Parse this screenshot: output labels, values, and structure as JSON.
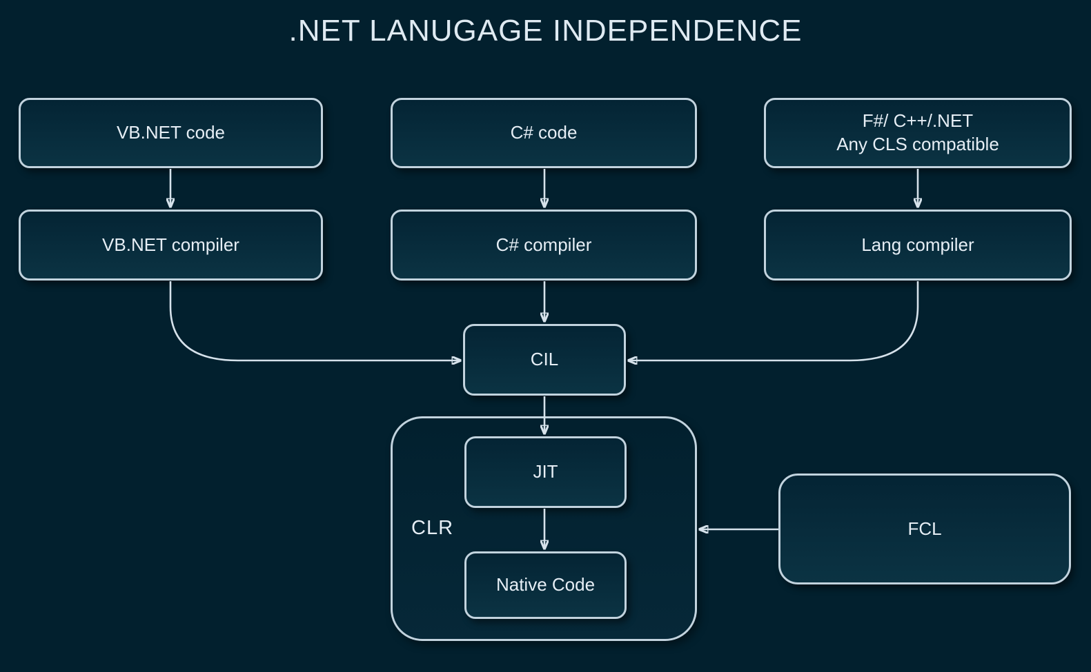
{
  "title": ".NET LANUGAGE INDEPENDENCE",
  "nodes": {
    "vbnet_code": "VB.NET code",
    "csharp_code": "C# code",
    "cls_code_line1": "F#/ C++/.NET",
    "cls_code_line2": "Any CLS compatible",
    "vbnet_compiler": "VB.NET compiler",
    "csharp_compiler": "C# compiler",
    "lang_compiler": "Lang compiler",
    "cil": "CIL",
    "clr": "CLR",
    "jit": "JIT",
    "native_code": "Native Code",
    "fcl": "FCL"
  },
  "edges": [
    {
      "from": "VB.NET code",
      "to": "VB.NET compiler"
    },
    {
      "from": "C# code",
      "to": "C# compiler"
    },
    {
      "from": "F#/ C++/.NET Any CLS compatible",
      "to": "Lang compiler"
    },
    {
      "from": "VB.NET compiler",
      "to": "CIL"
    },
    {
      "from": "C# compiler",
      "to": "CIL"
    },
    {
      "from": "Lang compiler",
      "to": "CIL"
    },
    {
      "from": "CIL",
      "to": "JIT"
    },
    {
      "from": "JIT",
      "to": "Native Code"
    },
    {
      "from": "FCL",
      "to": "CLR"
    }
  ],
  "colors": {
    "background": "#02202e",
    "box_fill_top": "#042434",
    "box_fill_bottom": "#0b3343",
    "box_border": "#c2d3de",
    "arrow": "#d6e2eb",
    "text": "#e6eef5"
  }
}
